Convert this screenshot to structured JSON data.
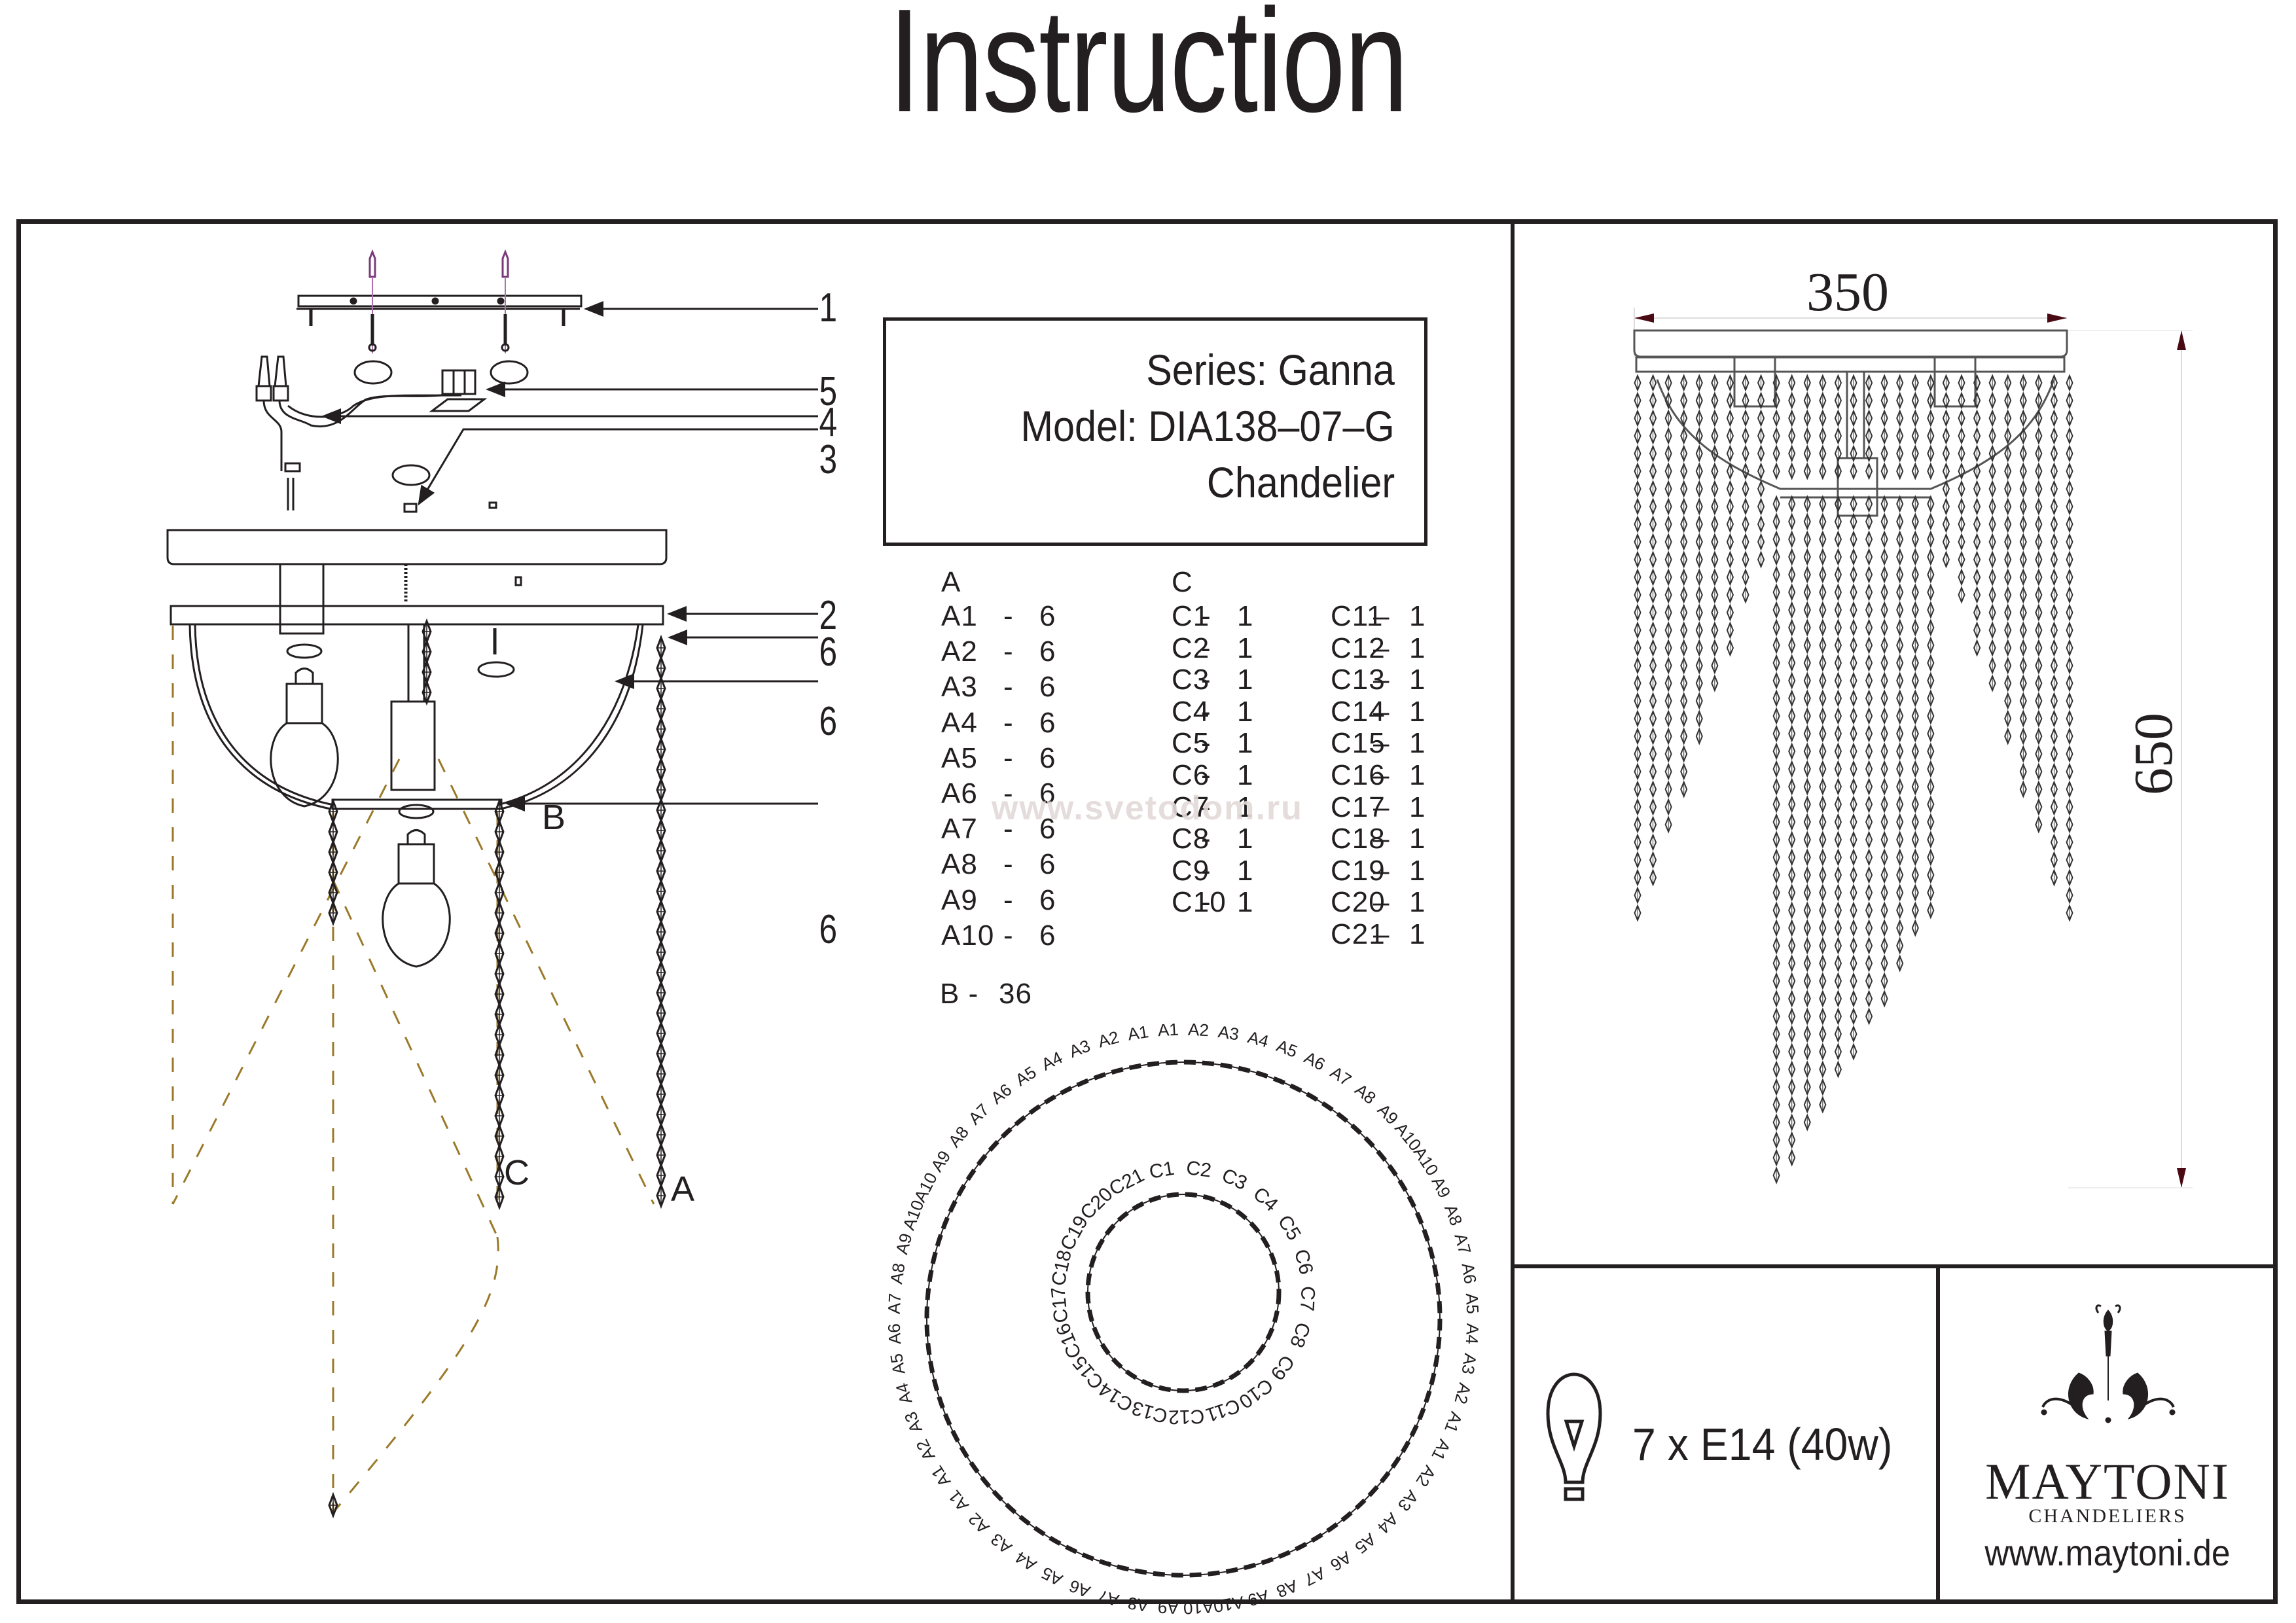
{
  "page": {
    "title": "Instruction",
    "watermark": "www.svetodom.ru"
  },
  "info": {
    "series": "Series: Ganna",
    "model": "Model: DIA138–07–G",
    "type": "Chandelier"
  },
  "parts": {
    "group_a_header": "A",
    "group_a": [
      {
        "code": "A1",
        "qty": "6"
      },
      {
        "code": "A2",
        "qty": "6"
      },
      {
        "code": "A3",
        "qty": "6"
      },
      {
        "code": "A4",
        "qty": "6"
      },
      {
        "code": "A5",
        "qty": "6"
      },
      {
        "code": "A6",
        "qty": "6"
      },
      {
        "code": "A7",
        "qty": "6"
      },
      {
        "code": "A8",
        "qty": "6"
      },
      {
        "code": "A9",
        "qty": "6"
      },
      {
        "code": "A10",
        "qty": "6"
      }
    ],
    "group_c_header": "C",
    "group_c_left": [
      {
        "code": "C1",
        "qty": "1"
      },
      {
        "code": "C2",
        "qty": "1"
      },
      {
        "code": "C3",
        "qty": "1"
      },
      {
        "code": "C4",
        "qty": "1"
      },
      {
        "code": "C5",
        "qty": "1"
      },
      {
        "code": "C6",
        "qty": "1"
      },
      {
        "code": "C7",
        "qty": "1"
      },
      {
        "code": "C8",
        "qty": "1"
      },
      {
        "code": "C9",
        "qty": "1"
      },
      {
        "code": "C10",
        "qty": "1"
      }
    ],
    "group_c_right": [
      {
        "code": "C11",
        "qty": "1"
      },
      {
        "code": "C12",
        "qty": "1"
      },
      {
        "code": "C13",
        "qty": "1"
      },
      {
        "code": "C14",
        "qty": "1"
      },
      {
        "code": "C15",
        "qty": "1"
      },
      {
        "code": "C16",
        "qty": "1"
      },
      {
        "code": "C17",
        "qty": "1"
      },
      {
        "code": "C18",
        "qty": "1"
      },
      {
        "code": "C19",
        "qty": "1"
      },
      {
        "code": "C20",
        "qty": "1"
      },
      {
        "code": "C21",
        "qty": "1"
      }
    ],
    "group_b": {
      "code": "B",
      "qty": "36"
    }
  },
  "exploded_view": {
    "callouts": [
      "1",
      "5",
      "4",
      "3",
      "2",
      "6",
      "6",
      "6"
    ],
    "strand_labels": {
      "b": "B",
      "c": "C",
      "a": "A"
    }
  },
  "ring_layout": {
    "outer_sequence": [
      "A1",
      "A2",
      "A3",
      "A4",
      "A5",
      "A6",
      "A7",
      "A8",
      "A9",
      "A10",
      "A10",
      "A9",
      "A8",
      "A7",
      "A6",
      "A5",
      "A4",
      "A3",
      "A2",
      "A1",
      "A1",
      "A2",
      "A3",
      "A4",
      "A5",
      "A6",
      "A7",
      "A8",
      "A9",
      "A10",
      "A10",
      "A9",
      "A8",
      "A7",
      "A6",
      "A5",
      "A4",
      "A3",
      "A2",
      "A1",
      "A1",
      "A2",
      "A3",
      "A4",
      "A5",
      "A6",
      "A7",
      "A8",
      "A9",
      "A10",
      "A10",
      "A9",
      "A8",
      "A7",
      "A6",
      "A5",
      "A4",
      "A3",
      "A2",
      "A1"
    ],
    "inner_sequence": [
      "C1",
      "C2",
      "C3",
      "C4",
      "C5",
      "C6",
      "C7",
      "C8",
      "C9",
      "C10",
      "C11",
      "C12",
      "C13",
      "C14",
      "C15",
      "C16",
      "C17",
      "C18",
      "C19",
      "C20",
      "C21"
    ]
  },
  "dimensions": {
    "width": "350",
    "height": "650"
  },
  "bulb": {
    "icon": "light-bulb-icon",
    "spec": "7 x E14 (40w)"
  },
  "brand": {
    "logo": "chandelier-logo-icon",
    "name": "MAYTONI",
    "subtitle": "CHANDELIERS",
    "url": "www.maytoni.de"
  },
  "colors": {
    "ink": "#231f20",
    "dashed_guides": "#9a7a2a",
    "dimension_arrows": "#4a0a14",
    "watermark": "#e3d9d9"
  }
}
